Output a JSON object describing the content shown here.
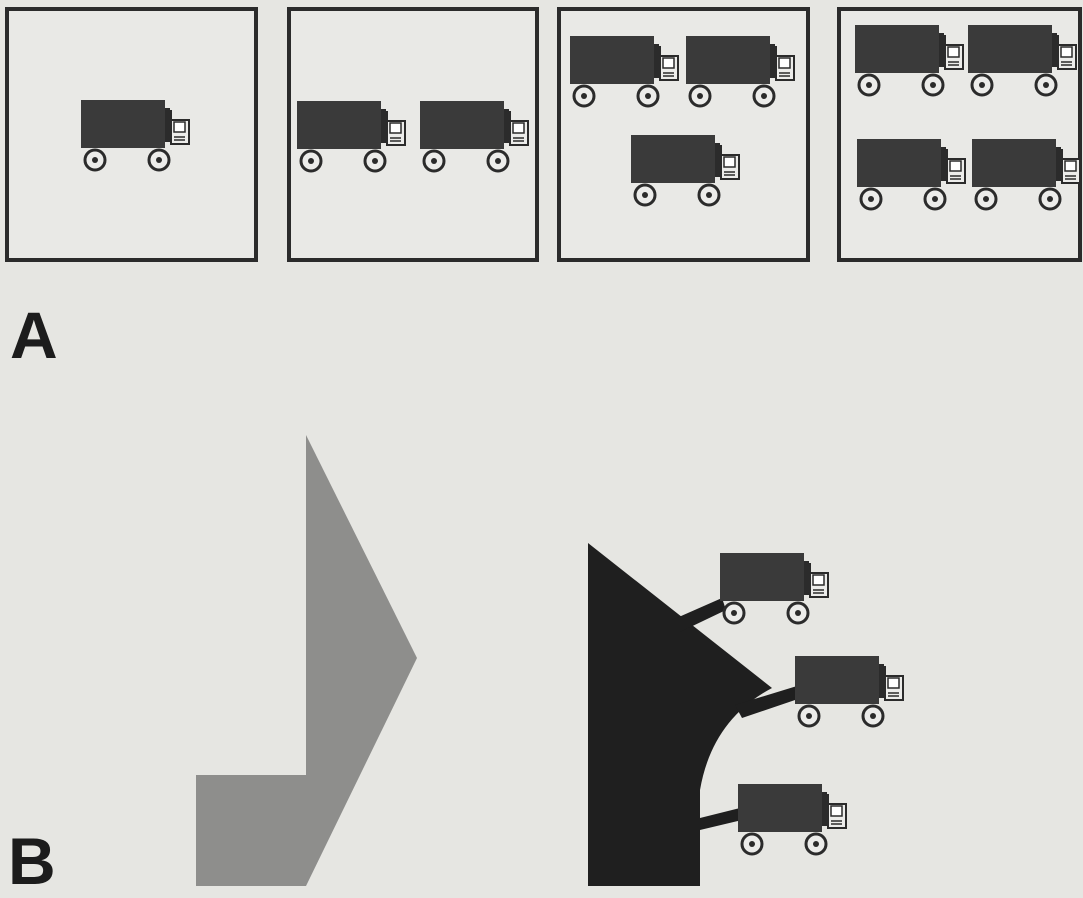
{
  "panels": [
    {
      "label": "A",
      "frames": [
        {
          "trucks": 1
        },
        {
          "trucks": 2
        },
        {
          "trucks": 3
        },
        {
          "trucks": 4
        }
      ]
    },
    {
      "label": "B"
    }
  ],
  "colors": {
    "ink": "#2b2b2b",
    "truck_body": "#3a3a3a",
    "background": "#e6e6e2",
    "shape_left": "#8e8e8c",
    "shape_right": "#1f1f1f"
  },
  "icons": [
    "truck-icon"
  ]
}
